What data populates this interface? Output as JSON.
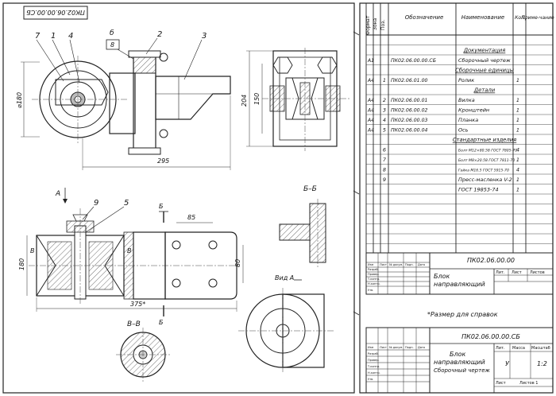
{
  "drawing": {
    "stamp_code": "ПК02.06.00.00.СБ",
    "leaders": [
      "7",
      "1",
      "4",
      "б",
      "2",
      "3"
    ],
    "dims_top": {
      "dia": "⌀180",
      "h1": "204",
      "h2": "150",
      "w": "295"
    },
    "section_bb_label": "Б–Б",
    "section_vv_label": "В–В",
    "view_a_label": "Вид А",
    "arrow_a": "А",
    "mark_b": "Б",
    "mark_v": "В",
    "leaders_bottom": [
      "9",
      "5"
    ],
    "dims_bottom": {
      "d85": "85",
      "d80": "80",
      "d180": "180",
      "d375": "375*"
    },
    "note_ref": "*Размер для справок"
  },
  "spec": {
    "headers": [
      "Формат",
      "Зона",
      "Поз.",
      "Обозначение",
      "Наименование",
      "Кол.",
      "Приме-чание"
    ],
    "rows": [
      {
        "fmt": "",
        "pos": "",
        "code": "",
        "name": "Документация",
        "qty": "",
        "section": true
      },
      {
        "fmt": "А1",
        "pos": "",
        "code": "ПК02.06.00.00.СБ",
        "name": "Сборочный чертеж",
        "qty": ""
      },
      {
        "fmt": "",
        "pos": "",
        "code": "",
        "name": "Сборочные единицы",
        "qty": "",
        "section": true
      },
      {
        "fmt": "А4",
        "pos": "1",
        "code": "ПК02.06.01.00",
        "name": "Ролик",
        "qty": "1"
      },
      {
        "fmt": "",
        "pos": "",
        "code": "",
        "name": "Детали",
        "qty": "",
        "section": true
      },
      {
        "fmt": "А4",
        "pos": "2",
        "code": "ПК02.06.00.01",
        "name": "Вилка",
        "qty": "1"
      },
      {
        "fmt": "А4",
        "pos": "3",
        "code": "ПК02.06.00.02",
        "name": "Кронштейн",
        "qty": "1"
      },
      {
        "fmt": "А4",
        "pos": "4",
        "code": "ПК02.06.00.03",
        "name": "Планка",
        "qty": "1"
      },
      {
        "fmt": "А4",
        "pos": "5",
        "code": "ПК02.06.00.04",
        "name": "Ось",
        "qty": "1"
      },
      {
        "fmt": "",
        "pos": "",
        "code": "",
        "name": "Стандартные изделия",
        "qty": "",
        "section": true
      },
      {
        "fmt": "",
        "pos": "6",
        "code": "",
        "name": "Болт М12×80.58 ГОСТ 7805-70",
        "qty": "4"
      },
      {
        "fmt": "",
        "pos": "7",
        "code": "",
        "name": "Болт М8×20.58 ГОСТ 7811-70",
        "qty": "1"
      },
      {
        "fmt": "",
        "pos": "8",
        "code": "",
        "name": "Гайка М16.5 ГОСТ 5915-70",
        "qty": "4"
      },
      {
        "fmt": "",
        "pos": "9",
        "code": "",
        "name": "Пресс-масленка V-2",
        "qty": "1"
      },
      {
        "fmt": "",
        "pos": "",
        "code": "",
        "name": "ГОСТ 19853-74",
        "qty": "1"
      }
    ],
    "tb1": {
      "code": "ПК02.06.00.00",
      "name_1": "Блок",
      "name_2": "направляющий",
      "col_labels": [
        "Изм",
        "Лист",
        "№ докум.",
        "Подп.",
        "Дата"
      ],
      "role_labels": [
        "Разраб.",
        "Провер.",
        "Т.контр.",
        "Н.контр.",
        "Утв."
      ],
      "lit": "Лит.",
      "sheet": "Лист",
      "sheets": "Листов"
    },
    "tb2": {
      "code": "ПК02.06.00.00.СБ",
      "name_1": "Блок",
      "name_2": "направляющий",
      "name_3": "Сборочный чертеж",
      "col_labels": [
        "Изм",
        "Лист",
        "№ докум.",
        "Подп.",
        "Дата"
      ],
      "role_labels": [
        "Разраб.",
        "Провер.",
        "Т.контр.",
        "Н.контр.",
        "Утв."
      ],
      "lit": "Лит.",
      "mass": "Масса",
      "scale": "Масштаб",
      "lit_val": "У",
      "scale_val": "1:2",
      "sheet": "Лист",
      "sheets": "Листов 1"
    }
  }
}
